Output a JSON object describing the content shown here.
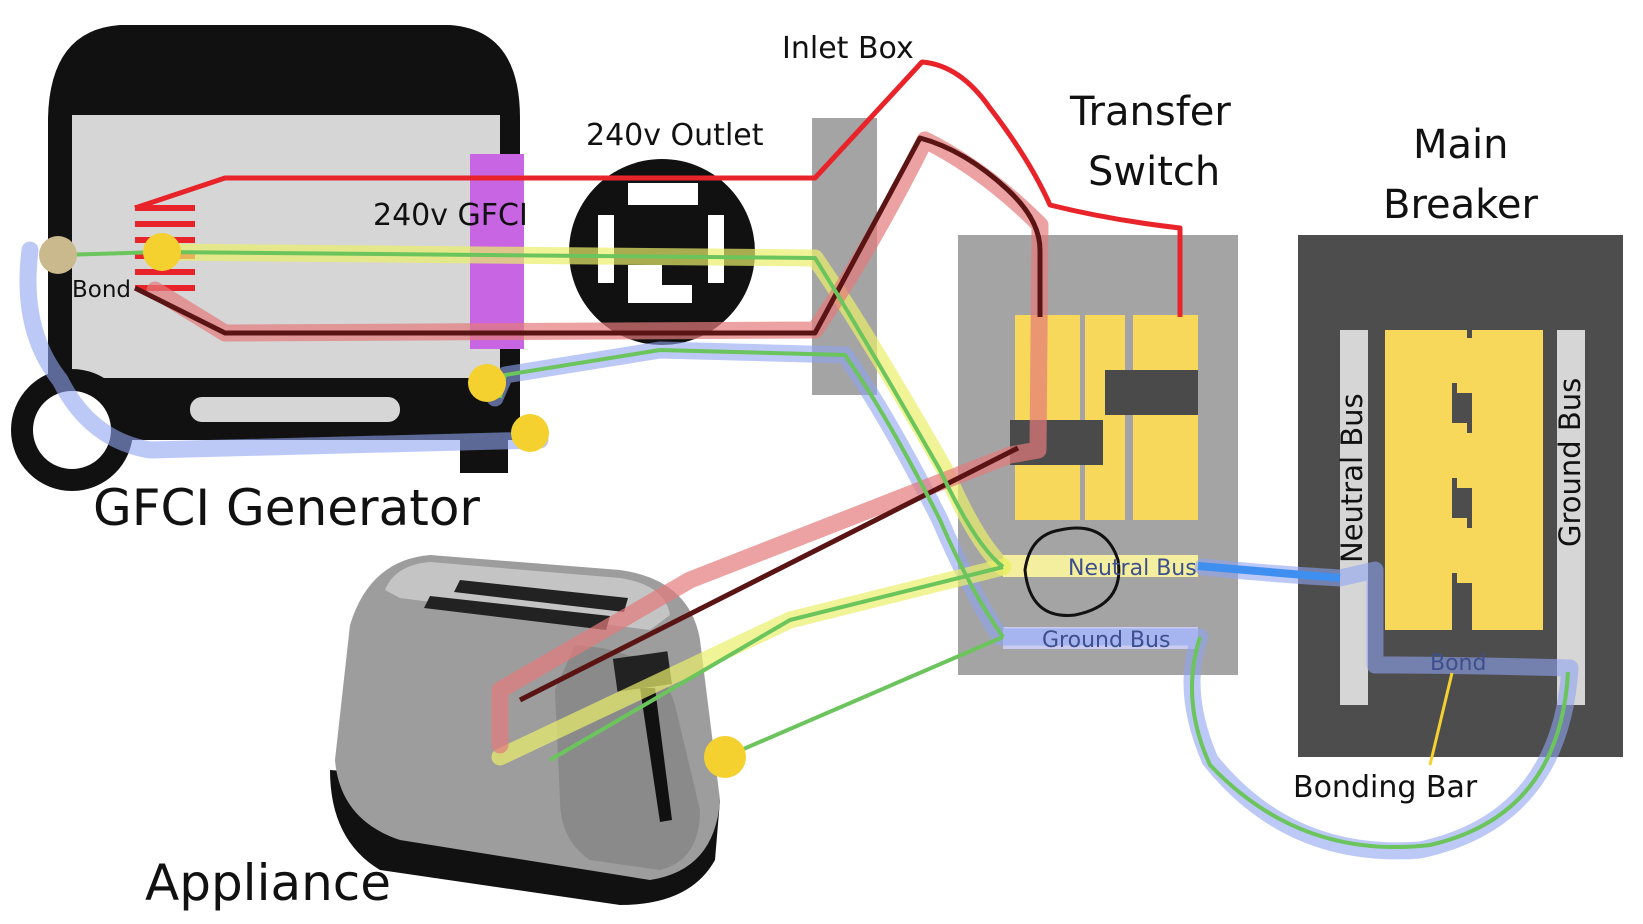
{
  "labels": {
    "inlet_box": "Inlet Box",
    "outlet_240v": "240v Outlet",
    "gfci_240v": "240v GFCI",
    "bond_generator": "Bond",
    "generator": "GFCI Generator",
    "transfer_switch_line1": "Transfer",
    "transfer_switch_line2": "Switch",
    "main_breaker_line1": "Main",
    "main_breaker_line2": "Breaker",
    "ts_neutral_bus": "Neutral Bus",
    "ts_ground_bus": "Ground Bus",
    "mb_neutral_bus": "Neutral Bus",
    "mb_ground_bus": "Ground Bus",
    "mb_bond": "Bond",
    "bonding_bar": "Bonding Bar",
    "appliance": "Appliance"
  },
  "colors": {
    "hot_line_1": "#e8242a",
    "hot_line_2": "#5a1414",
    "hot_highlight": "#e47b7b",
    "neutral_highlight": "#e9ef6a",
    "ground_wire": "#6bc45c",
    "ground_highlight": "#8fa3ef",
    "neutral_bus_link": "#3e8ff0",
    "bond_point": "#f5d130",
    "bus_bar": "#f7d85a",
    "panel_gray": "#a4a4a4",
    "main_panel": "#4d4d4d",
    "gfci_module": "#c765e2"
  }
}
